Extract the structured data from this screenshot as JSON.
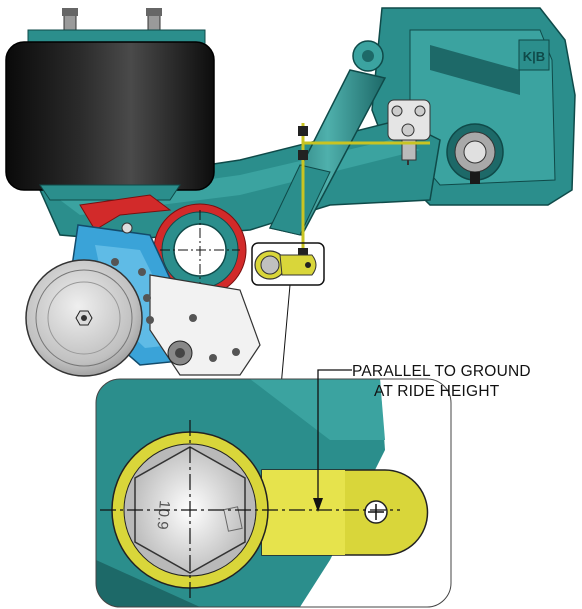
{
  "callout": {
    "line1": "PARALLEL TO GROUND",
    "line2": "AT RIDE HEIGHT"
  },
  "detail_view": {
    "nut_marking": "10.9"
  },
  "logo_marking": "K|B",
  "colors": {
    "frame_teal": "#2b8e8c",
    "frame_teal_dark": "#1d6968",
    "frame_teal_light": "#4fb0ac",
    "air_spring_black": "#121212",
    "arm_yellow": "#d9d63a",
    "bushing_red": "#d22a2a",
    "bracket_blue": "#3aa3d8",
    "drum_grey": "#c8c8c8"
  }
}
